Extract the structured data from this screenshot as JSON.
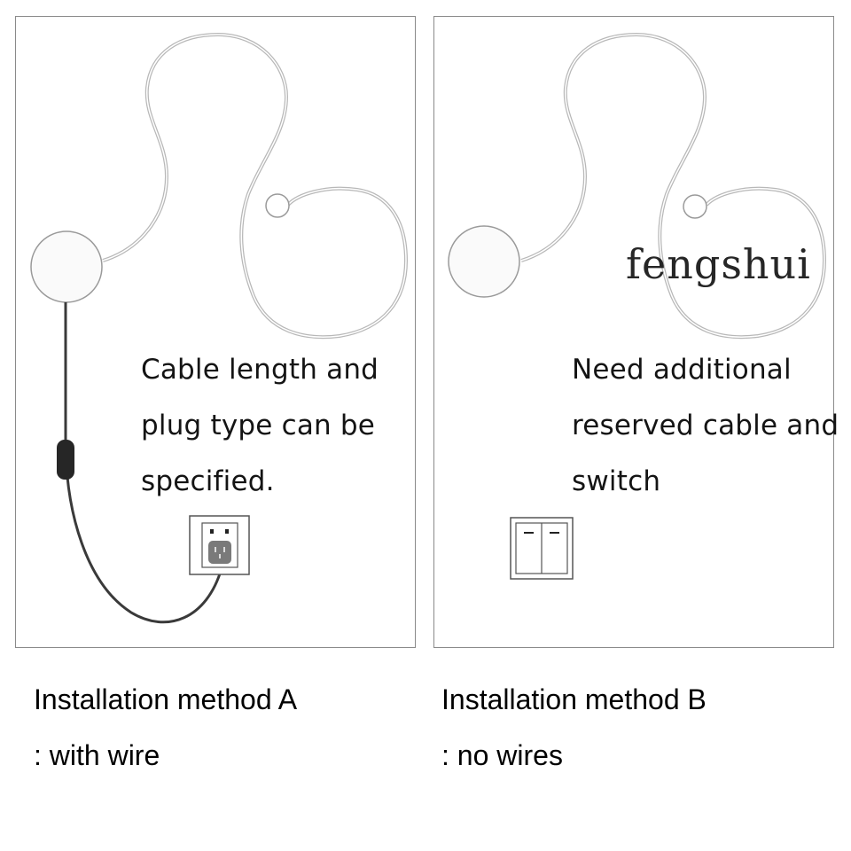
{
  "panel_a": {
    "note_lines": [
      "Cable length and",
      "plug type can be",
      "specified."
    ]
  },
  "panel_b": {
    "note_lines": [
      "Need additional",
      "reserved cable and",
      "switch"
    ],
    "watermark": "fengshui"
  },
  "captions": {
    "a": {
      "line1": "Installation method A",
      "line2": ": with wire"
    },
    "b": {
      "line1": "Installation method B",
      "line2": ": no wires"
    }
  },
  "colors": {
    "panel_border": "#8a8a8a",
    "lamp_line": "#b8b8b8",
    "power_cord": "#3a3a3a",
    "socket_face": "#7a7a7a"
  }
}
